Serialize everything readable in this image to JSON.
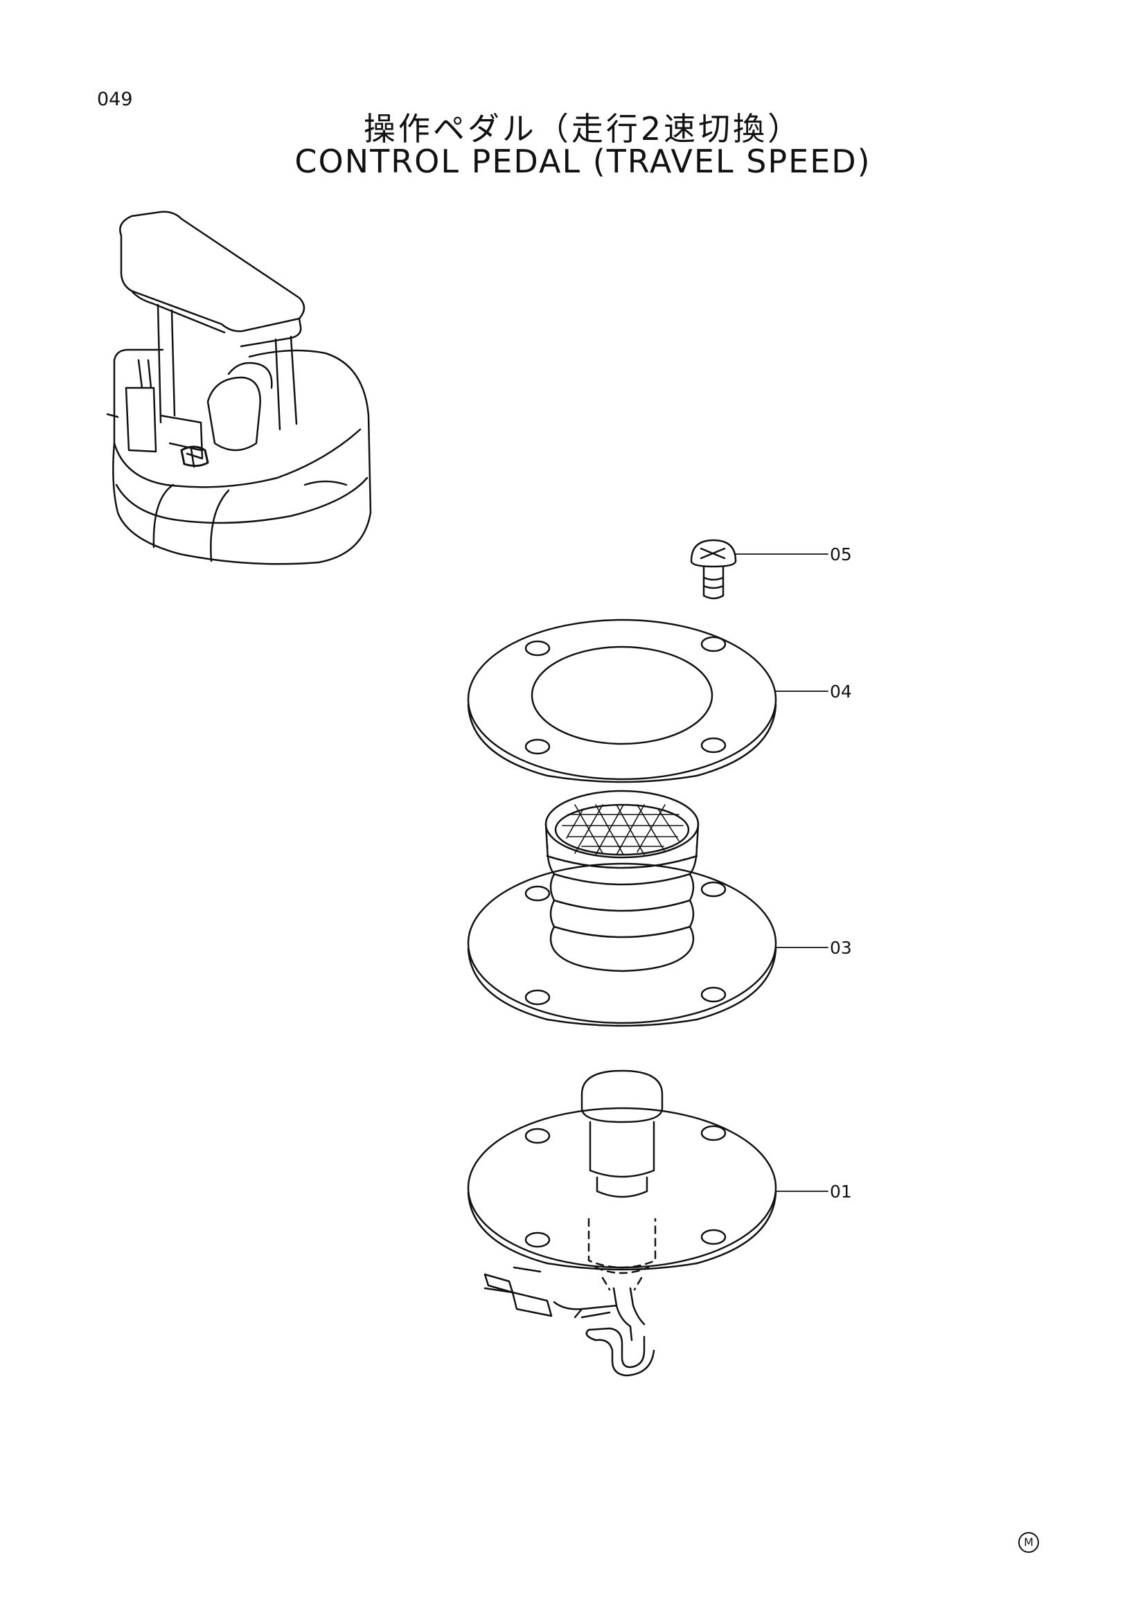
{
  "header": {
    "page_number": "049",
    "title_jp": "操作ペダル（走行2速切換）",
    "title_en": "CONTROL PEDAL (TRAVEL SPEED)"
  },
  "callouts": [
    {
      "part": "05"
    },
    {
      "part": "04"
    },
    {
      "part": "03"
    },
    {
      "part": "01"
    }
  ],
  "footer": {
    "mark": "M"
  }
}
